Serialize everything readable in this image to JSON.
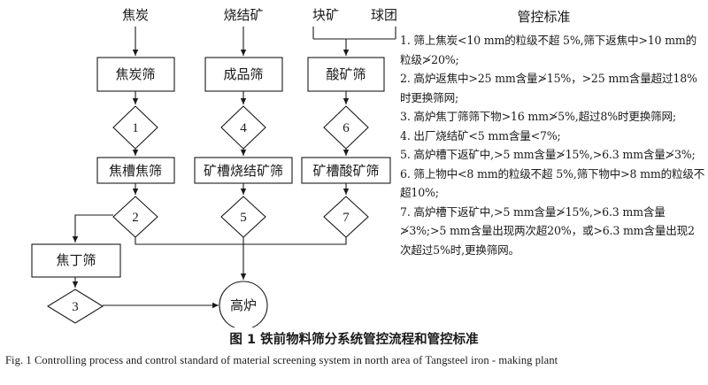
{
  "flow": {
    "inputs": {
      "coke": "焦炭",
      "sinter": "烧结矿",
      "lump_ore": "块矿",
      "pellet": "球团"
    },
    "screens": {
      "coke_screen": "焦炭筛",
      "product_screen": "成品筛",
      "acid_ore_screen": "酸矿筛",
      "bin_coke_screen": "焦槽焦筛",
      "bin_sinter_screen": "矿槽烧结矿筛",
      "bin_acid_ore_screen": "矿槽酸矿筛",
      "coke_nut_screen": "焦丁筛"
    },
    "control_points": [
      "1",
      "2",
      "3",
      "4",
      "5",
      "6",
      "7"
    ],
    "furnace": "高炉"
  },
  "standards": {
    "title": "管控标准",
    "items": [
      "1. 筛上焦炭<10 mm的粒级不超 5%,筛下返焦中>10 mm的粒级≯20%;",
      "2. 高炉返焦中>25 mm含量≯15%，>25 mm含量超过18%时更换筛网;",
      "3. 高炉焦丁筛筛下物>16 mm≯5%,超过8%时更换筛网;",
      "4. 出厂烧结矿<5 mm含量<7%;",
      "5. 高炉槽下返矿中,>5 mm含量≯15%,>6.3 mm含量≯3%;",
      "6. 筛上物中<8 mm的粒级不超 5%,筛下物中>8 mm的粒级不超10%;",
      "7. 高炉槽下返矿中,>5 mm含量≯15%,>6.3 mm含量≯3%;>5 mm含量出现两次超20%，或>6.3 mm含量出现2次超过5%时,更换筛网。"
    ]
  },
  "caption": {
    "cn": "图 1    铁前物料筛分系统管控流程和管控标准",
    "en": "Fig. 1    Controlling process and control standard of material screening system in north area of Tangsteel iron - making plant"
  }
}
